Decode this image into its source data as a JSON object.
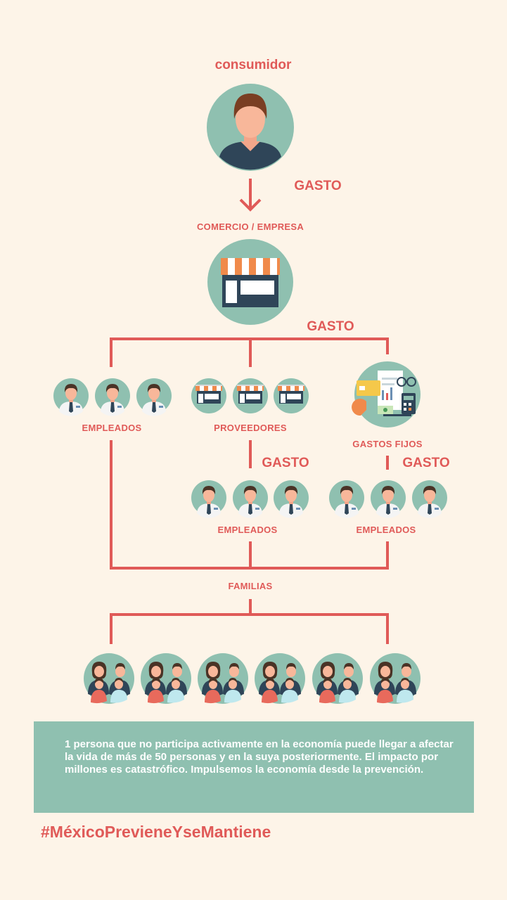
{
  "nodes": {
    "consumer": "consumidor",
    "business": "COMERCIO / EMPRESA",
    "employees": "EMPLEADOS",
    "suppliers": "PROVEEDORES",
    "fixed_costs": "GASTOS FIJOS",
    "suppliers_employees": "EMPLEADOS",
    "fixed_costs_employees": "EMPLEADOS",
    "families": "FAMILIAS"
  },
  "edges": {
    "consumer_to_business": "GASTO",
    "business_to_branches": "GASTO",
    "suppliers_to_employees": "GASTO",
    "fixed_costs_to_employees": "GASTO"
  },
  "message": "1 persona que no participa activamente en la economía puede llegar a afectar la vida de más de 50 personas y en la suya posteriormente. El impacto por millones es catastrófico. Impulsemos la economía desde la prevención.",
  "hashtag": "#MéxicoPrevieneYseMantiene",
  "colors": {
    "background": "#fdf4e8",
    "accent": "#e05a58",
    "teal": "#8fc0b0"
  }
}
